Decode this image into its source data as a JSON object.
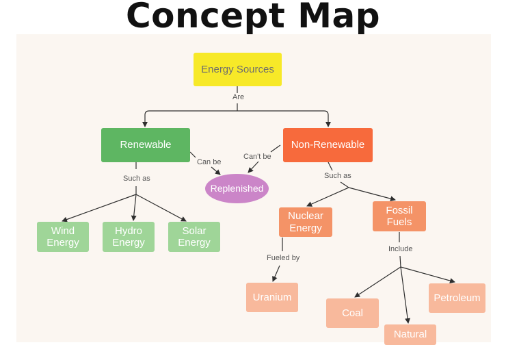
{
  "title": "Concept Map",
  "colors": {
    "root": "#f7e928",
    "renewable": "#5eb662",
    "non_renewable": "#f76a3c",
    "replenished": "#cb85c8",
    "renewable_child": "#9fd598",
    "nonrenew_child": "#f49367",
    "leaf": "#f8b99c",
    "line": "#2e2e2e"
  },
  "nodes": {
    "root": "Energy Sources",
    "renewable": "Renewable",
    "non_renewable": "Non-Renewable",
    "replenished": "Replenished",
    "wind": "Wind\nEnergy",
    "hydro": "Hydro\nEnergy",
    "solar": "Solar\nEnergy",
    "nuclear": "Nuclear\nEnergy",
    "fossil": "Fossil\nFuels",
    "uranium": "Uranium",
    "coal": "Coal",
    "natural": "Natural",
    "petroleum": "Petroleum"
  },
  "links": {
    "are": "Are",
    "can_be": "Can be",
    "cant_be": "Can't be",
    "such_as_left": "Such as",
    "such_as_right": "Such as",
    "fueled_by": "Fueled by",
    "include": "Include"
  }
}
